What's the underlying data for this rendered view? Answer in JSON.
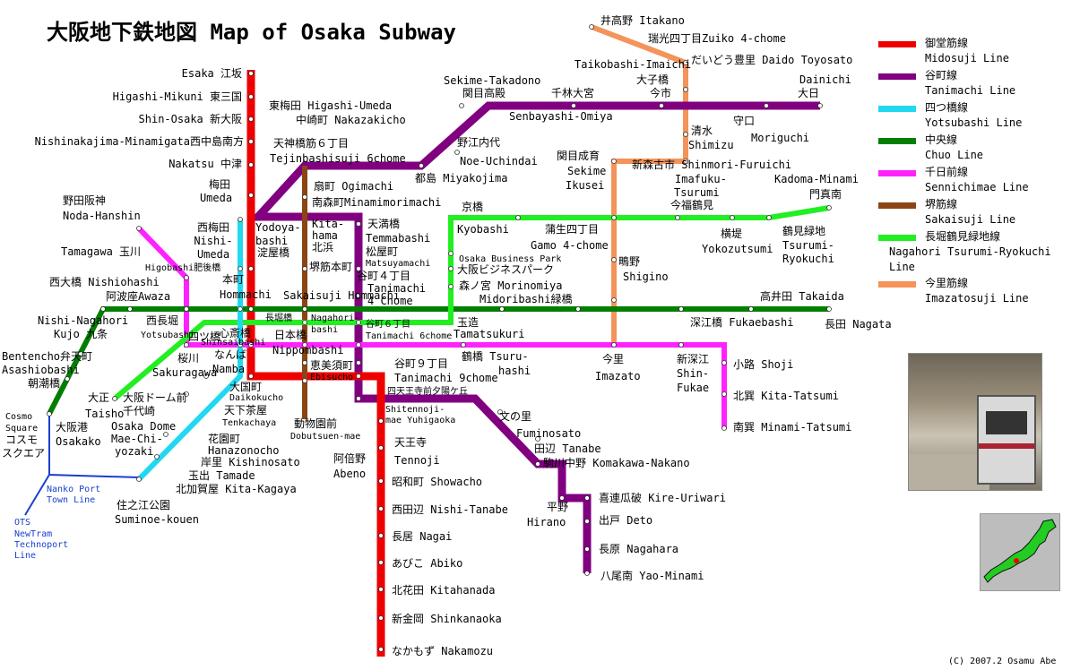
{
  "title": "大阪地下鉄地図  Map of Osaka Subway",
  "copyright": "(C) 2007.2  Osamu Abe",
  "colors": {
    "midosuji": "#ee0000",
    "tanimachi": "#800080",
    "yotsubashi": "#22d8f0",
    "chuo": "#007f00",
    "sennichimae": "#ff22ff",
    "sakaisuji": "#8b4513",
    "nagahori": "#22ee22",
    "imazatosuji": "#f4935a",
    "newtram": "#1a3fd0"
  },
  "legend": [
    {
      "ja": "御堂筋線",
      "en": "Midosuji Line",
      "color": "#ee0000"
    },
    {
      "ja": "谷町線",
      "en": "Tanimachi Line",
      "color": "#800080"
    },
    {
      "ja": "四つ橋線",
      "en": "Yotsubashi Line",
      "color": "#22d8f0"
    },
    {
      "ja": "中央線",
      "en": "Chuo Line",
      "color": "#007f00"
    },
    {
      "ja": "千日前線",
      "en": "Sennichimae Line",
      "color": "#ff22ff"
    },
    {
      "ja": "堺筋線",
      "en": "Sakaisuji Line",
      "color": "#8b4513"
    },
    {
      "ja": "長堀鶴見緑地線",
      "en": "Nagahori Tsurumi-Ryokuchi Line",
      "color": "#22ee22"
    },
    {
      "ja": "今里筋線",
      "en": "Imazatosuji Line",
      "color": "#f4935a"
    }
  ],
  "labels": [
    {
      "t": "Esaka 江坂"
    },
    {
      "t": "Higashi-Mikuni 東三国"
    },
    {
      "t": "Shin-Osaka 新大阪"
    },
    {
      "t": "Nishinakajima-Minamigata西中島南方"
    },
    {
      "t": "Nakatsu 中津"
    },
    {
      "t": "梅田"
    },
    {
      "t": "Umeda"
    },
    {
      "t": "野田阪神"
    },
    {
      "t": "Noda-Hanshin"
    },
    {
      "t": "西梅田"
    },
    {
      "t": "Nishi-"
    },
    {
      "t": "Umeda"
    },
    {
      "t": "東梅田 Higashi-Umeda"
    },
    {
      "t": "中崎町 Nakazakicho"
    },
    {
      "t": "天神橋筋６丁目"
    },
    {
      "t": "Tejinbashisuji 6chome"
    },
    {
      "t": "扇町 Ogimachi"
    },
    {
      "t": "南森町Minamimorimachi"
    },
    {
      "t": "Yodoya-"
    },
    {
      "t": "bashi"
    },
    {
      "t": "淀屋橋"
    },
    {
      "t": "Kita-"
    },
    {
      "t": "hama"
    },
    {
      "t": "北浜"
    },
    {
      "t": "天満橋"
    },
    {
      "t": "Temmabashi"
    },
    {
      "t": "松屋町"
    },
    {
      "t": "Matsuyamachi"
    },
    {
      "t": "Tamagawa 玉川"
    },
    {
      "t": "Higobashi肥後橋"
    },
    {
      "t": "西大橋 Nishiohashi"
    },
    {
      "t": "阿波座Awaza"
    },
    {
      "t": "本町"
    },
    {
      "t": "Hommachi"
    },
    {
      "t": "堺筋本町"
    },
    {
      "t": "Sakaisuji Hommachi"
    },
    {
      "t": "谷町４丁目"
    },
    {
      "t": "Tanimachi"
    },
    {
      "t": "4 Chome"
    },
    {
      "t": "Nishi-Nagahori"
    },
    {
      "t": "西長堀"
    },
    {
      "t": "Kujo 九条"
    },
    {
      "t": "Yotsubashi"
    },
    {
      "t": "四ツ橋"
    },
    {
      "t": "心斎橋"
    },
    {
      "t": "Shinsaibashi"
    },
    {
      "t": "長堀橋"
    },
    {
      "t": "Nagahori-"
    },
    {
      "t": "bashi"
    },
    {
      "t": "谷町６丁目"
    },
    {
      "t": "Tanimachi 6chome"
    },
    {
      "t": "Bentencho弁天町"
    },
    {
      "t": "Asashiobashi"
    },
    {
      "t": "朝潮橋"
    },
    {
      "t": "桜川"
    },
    {
      "t": "Sakuragawa"
    },
    {
      "t": "なんば"
    },
    {
      "t": "Namba"
    },
    {
      "t": "日本橋"
    },
    {
      "t": "Nippombashi"
    },
    {
      "t": "恵美須町"
    },
    {
      "t": "Ebisucho"
    },
    {
      "t": "谷町９丁目"
    },
    {
      "t": "Tanimachi 9chome"
    },
    {
      "t": "四天王寺前夕陽ケ丘"
    },
    {
      "t": "Shitennoji-"
    },
    {
      "t": "mae Yuhigaoka"
    },
    {
      "t": "大正"
    },
    {
      "t": "Taisho"
    },
    {
      "t": "大阪ドーム前"
    },
    {
      "t": "千代崎"
    },
    {
      "t": "Osaka Dome"
    },
    {
      "t": "Mae-Chi-"
    },
    {
      "t": "yozaki"
    },
    {
      "t": "大国町"
    },
    {
      "t": "Daikokucho"
    },
    {
      "t": "天下茶屋"
    },
    {
      "t": "Tenkachaya"
    },
    {
      "t": "動物園前"
    },
    {
      "t": "Dobutsuen-mae"
    },
    {
      "t": "Cosmo"
    },
    {
      "t": "Square"
    },
    {
      "t": "コスモ"
    },
    {
      "t": "スクエア"
    },
    {
      "t": "大阪港"
    },
    {
      "t": "Osakako"
    },
    {
      "t": "花園町"
    },
    {
      "t": "Hanazonocho"
    },
    {
      "t": "岸里 Kishinosato"
    },
    {
      "t": "玉出 Tamade"
    },
    {
      "t": "北加賀屋 Kita-Kagaya"
    },
    {
      "t": "住之江公園"
    },
    {
      "t": "Suminoe-kouen"
    },
    {
      "t": "Nanko Port"
    },
    {
      "t": "Town Line"
    },
    {
      "t": "OTS"
    },
    {
      "t": "NewTram"
    },
    {
      "t": "Technoport"
    },
    {
      "t": "Line"
    },
    {
      "t": "阿倍野"
    },
    {
      "t": "Abeno"
    },
    {
      "t": "天王寺"
    },
    {
      "t": "Tennoji"
    },
    {
      "t": "昭和町 Showacho"
    },
    {
      "t": "西田辺 Nishi-Tanabe"
    },
    {
      "t": "長居 Nagai"
    },
    {
      "t": "あびこ Abiko"
    },
    {
      "t": "北花田 Kitahanada"
    },
    {
      "t": "新金岡 Shinkanaoka"
    },
    {
      "t": "なかもず Nakamozu"
    },
    {
      "t": "Sekime-Takadono"
    },
    {
      "t": "関目高殿"
    },
    {
      "t": "千林大宮"
    },
    {
      "t": "Senbayashi-Omiya"
    },
    {
      "t": "大子橋"
    },
    {
      "t": "今市"
    },
    {
      "t": "Dainichi"
    },
    {
      "t": "大日"
    },
    {
      "t": "守口"
    },
    {
      "t": "Moriguchi"
    },
    {
      "t": "清水"
    },
    {
      "t": "Shimizu"
    },
    {
      "t": "野江内代"
    },
    {
      "t": "Noe-Uchindai"
    },
    {
      "t": "都島 Miyakojima"
    },
    {
      "t": "関目成育"
    },
    {
      "t": "Sekime"
    },
    {
      "t": "Ikusei"
    },
    {
      "t": "新森古市 Shinmori-Furuichi"
    },
    {
      "t": "Imafuku-"
    },
    {
      "t": "Tsurumi"
    },
    {
      "t": "今福鶴見"
    },
    {
      "t": "Kadoma-Minami"
    },
    {
      "t": "門真南"
    },
    {
      "t": "京橋"
    },
    {
      "t": "Kyobashi"
    },
    {
      "t": "蒲生四丁目"
    },
    {
      "t": "Gamo 4-chome"
    },
    {
      "t": "横堤"
    },
    {
      "t": "Yokozutsumi"
    },
    {
      "t": "鶴見緑地"
    },
    {
      "t": "Tsurumi-"
    },
    {
      "t": "Ryokuchi"
    },
    {
      "t": "Osaka Business Park"
    },
    {
      "t": "大阪ビジネスパーク"
    },
    {
      "t": "鴫野"
    },
    {
      "t": "Shigino"
    },
    {
      "t": "森ノ宮 Morinomiya"
    },
    {
      "t": "Midoribashi緑橋"
    },
    {
      "t": "高井田 Takaida"
    },
    {
      "t": "玉造"
    },
    {
      "t": "Tamatsukuri"
    },
    {
      "t": "深江橋 Fukaebashi"
    },
    {
      "t": "長田 Nagata"
    },
    {
      "t": "鶴橋 Tsuru-"
    },
    {
      "t": "hashi"
    },
    {
      "t": "今里"
    },
    {
      "t": "Imazato"
    },
    {
      "t": "新深江"
    },
    {
      "t": "Shin-"
    },
    {
      "t": "Fukae"
    },
    {
      "t": "小路 Shoji"
    },
    {
      "t": "北巽 Kita-Tatsumi"
    },
    {
      "t": "南巽 Minami-Tatsumi"
    },
    {
      "t": "文の里"
    },
    {
      "t": "Fuminosato"
    },
    {
      "t": "田辺 Tanabe"
    },
    {
      "t": "駒川中野 Komakawa-Nakano"
    },
    {
      "t": "平野"
    },
    {
      "t": "Hirano"
    },
    {
      "t": "喜連瓜破 Kire-Uriwari"
    },
    {
      "t": "出戸 Deto"
    },
    {
      "t": "長原 Nagahara"
    },
    {
      "t": "八尾南 Yao-Minami"
    },
    {
      "t": "井高野 Itakano"
    },
    {
      "t": "瑞光四丁目Zuiko 4-chome"
    },
    {
      "t": "Taikobashi-Imaichi"
    },
    {
      "t": "だいどう豊里 Daido Toyosato"
    }
  ]
}
